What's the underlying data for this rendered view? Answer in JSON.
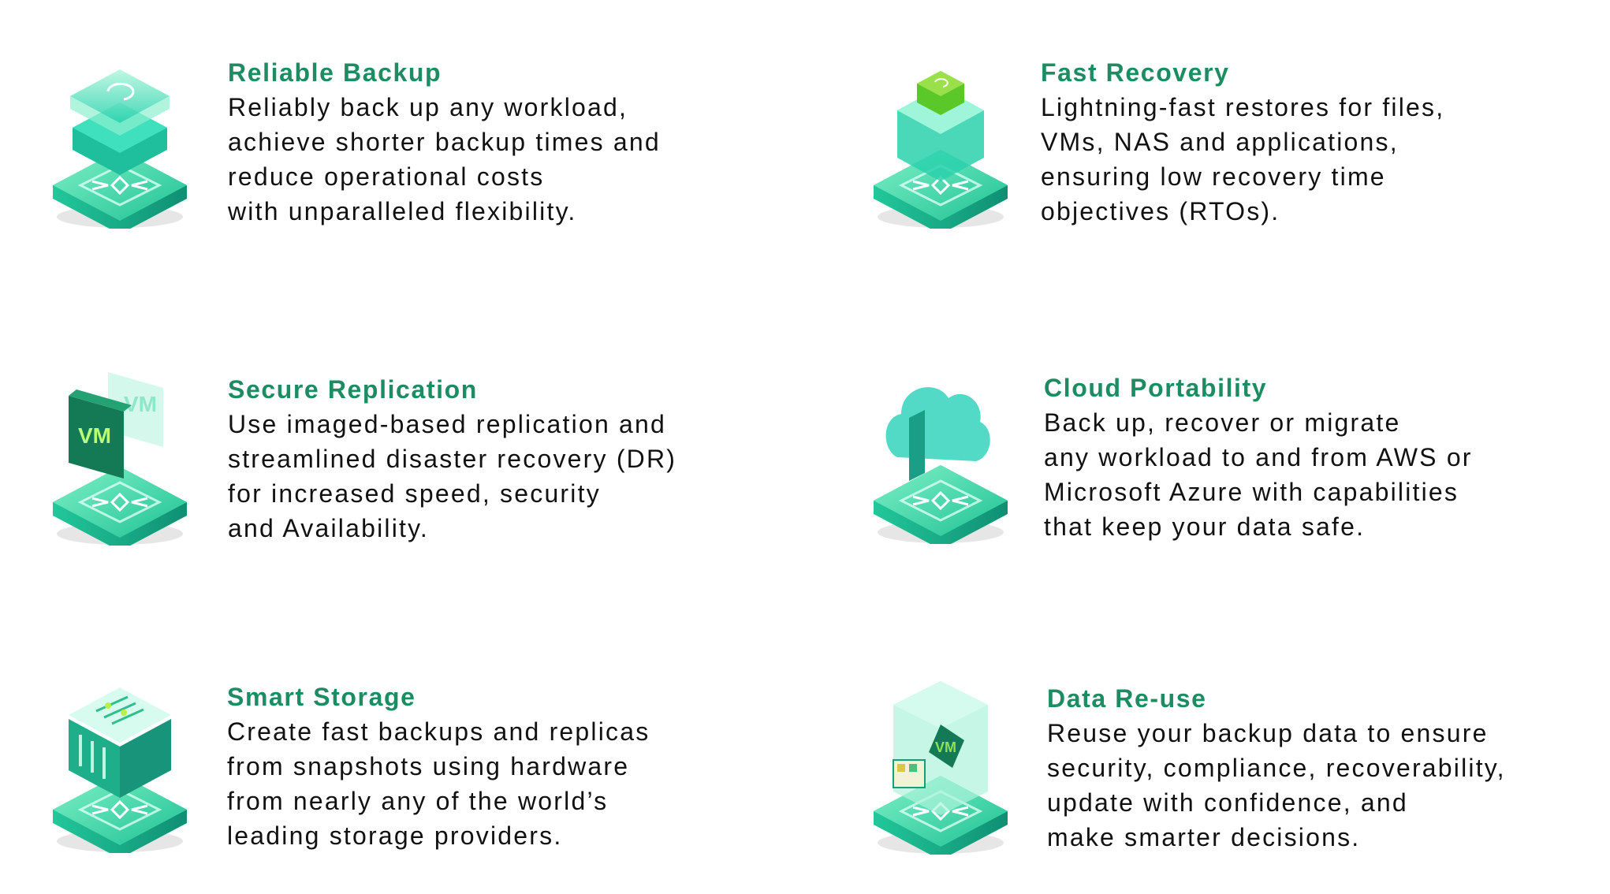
{
  "colors": {
    "title": "#1e8c62",
    "body": "#111111",
    "accent_light": "#5fe3b8",
    "accent_dark": "#14a07a"
  },
  "features": [
    {
      "title": "Reliable Backup",
      "icon": "backup-sync-icon",
      "lines": [
        "Reliably back up any workload,",
        "achieve shorter backup times and",
        "reduce operational costs",
        "with unparalleled flexibility."
      ]
    },
    {
      "title": "Fast Recovery",
      "icon": "fast-recovery-icon",
      "lines": [
        "Lightning-fast restores for files,",
        "VMs, NAS and applications,",
        "ensuring low recovery time",
        "objectives (RTOs)."
      ]
    },
    {
      "title": "Secure Replication",
      "icon": "vm-replication-icon",
      "vm_label": "VM",
      "lines": [
        "Use imaged-based replication and",
        "streamlined disaster recovery (DR)",
        "for increased speed, security",
        "and Availability."
      ]
    },
    {
      "title": "Cloud Portability",
      "icon": "cloud-icon",
      "lines": [
        "Back up, recover or migrate",
        "any workload to and from AWS or",
        "Microsoft Azure with capabilities",
        "that keep your data safe."
      ]
    },
    {
      "title": "Smart Storage",
      "icon": "storage-icon",
      "lines": [
        "Create fast backups and replicas",
        "from snapshots using hardware",
        "from nearly any of the world’s",
        "leading storage providers."
      ]
    },
    {
      "title": "Data Re-use",
      "icon": "data-reuse-icon",
      "vm_label": "VM",
      "lines": [
        "Reuse your backup data to ensure",
        "security, compliance, recoverability,",
        "update with confidence, and",
        "make smarter decisions."
      ]
    }
  ]
}
